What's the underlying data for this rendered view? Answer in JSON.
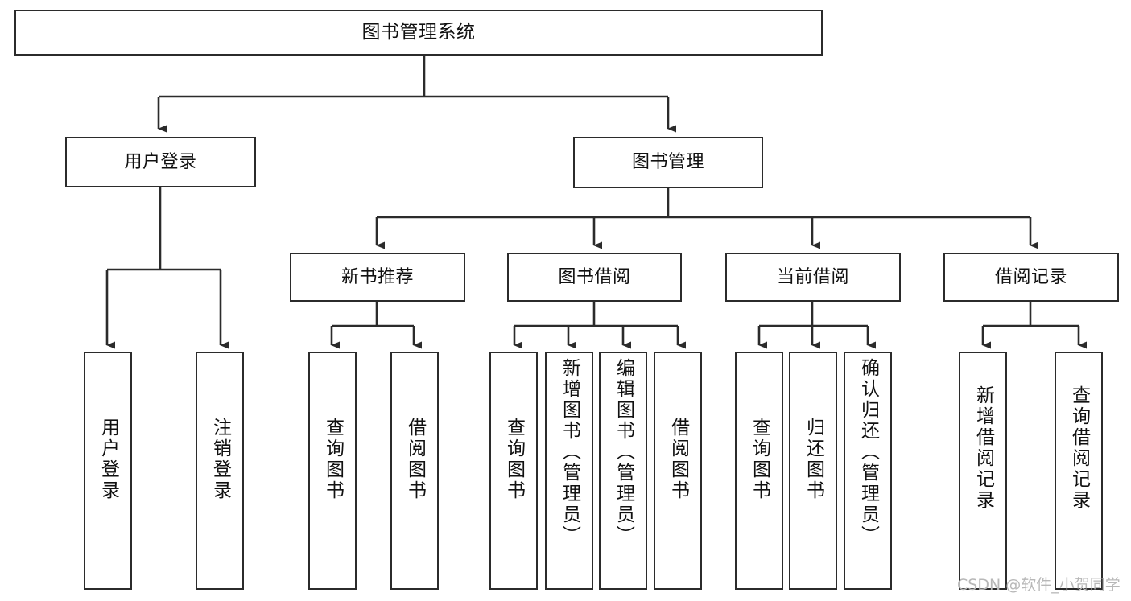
{
  "diagram": {
    "title": "图书管理系统",
    "type": "tree",
    "orientation": "top-down",
    "colors": {
      "stroke": "#2b2b2b",
      "fill": "#ffffff",
      "text": "#111111",
      "watermark": "#b8b8b8",
      "background": "#ffffff"
    },
    "root": {
      "label": "图书管理系统"
    },
    "level2": [
      {
        "label": "用户登录"
      },
      {
        "label": "图书管理"
      }
    ],
    "level3": [
      {
        "label": "新书推荐"
      },
      {
        "label": "图书借阅"
      },
      {
        "label": "当前借阅"
      },
      {
        "label": "借阅记录"
      }
    ],
    "leaves": {
      "user_login": [
        {
          "label": "用户登录"
        },
        {
          "label": "注销登录"
        }
      ],
      "new_book": [
        {
          "label": "查询图书"
        },
        {
          "label": "借阅图书"
        }
      ],
      "book_borrow": [
        {
          "label": "查询图书"
        },
        {
          "label": "新增图书（管理员）"
        },
        {
          "label": "编辑图书（管理员）"
        },
        {
          "label": "借阅图书"
        }
      ],
      "current_borrow": [
        {
          "label": "查询图书"
        },
        {
          "label": "归还图书"
        },
        {
          "label": "确认归还（管理员）"
        }
      ],
      "borrow_record": [
        {
          "label": "新增借阅记录"
        },
        {
          "label": "查询借阅记录"
        }
      ]
    }
  },
  "watermark": {
    "text": "CSDN @软件_小贺同学"
  }
}
